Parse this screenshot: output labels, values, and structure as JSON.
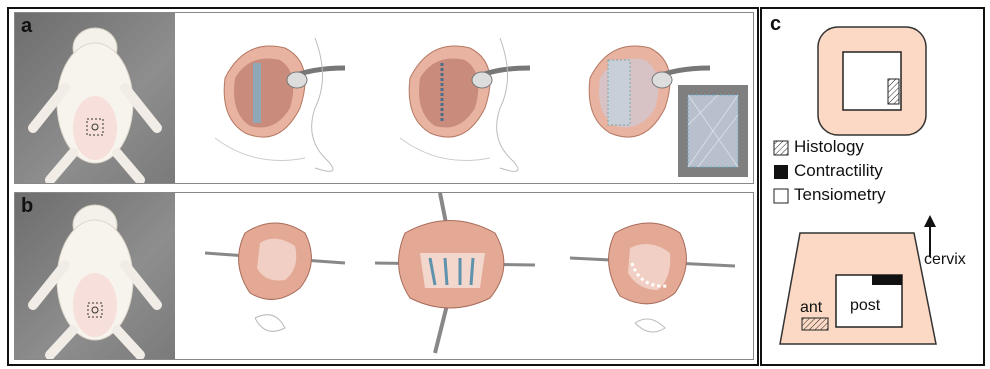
{
  "panels": {
    "a": {
      "label": "a"
    },
    "b": {
      "label": "b"
    },
    "c": {
      "label": "c",
      "legend": [
        {
          "key": "histology",
          "text": "Histology"
        },
        {
          "key": "contractility",
          "text": "Contractility"
        },
        {
          "key": "tensiometry",
          "text": "Tensiometry"
        }
      ],
      "diagram": {
        "cervix_label": "cervix",
        "ant_label": "ant",
        "post_label": "post"
      }
    }
  },
  "colors": {
    "tissue": "#fbd9c4",
    "tissue_dark": "#d9a08f",
    "sheep_bg": "#7c7c7c",
    "border": "#111111"
  }
}
